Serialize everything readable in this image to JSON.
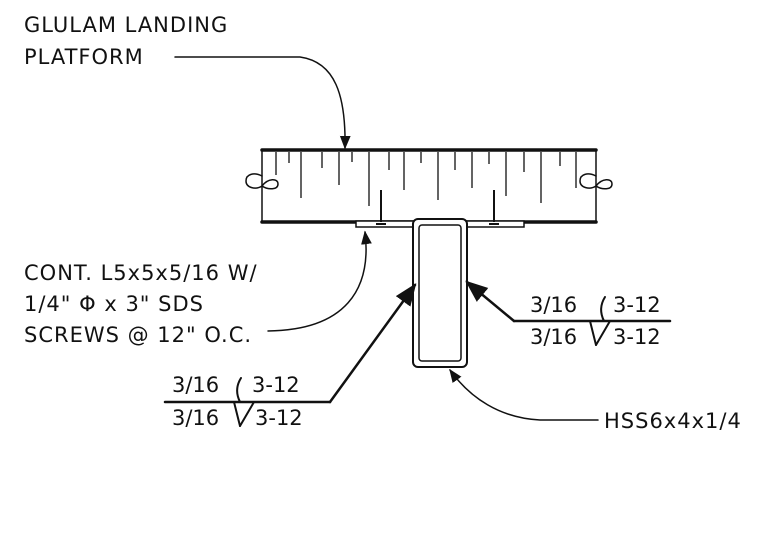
{
  "labels": {
    "glulam": [
      "GLULAM LANDING",
      "PLATFORM"
    ],
    "angle": [
      "CONT. L5x5x5/16 W/",
      "1/4\" Φ x 3\" SDS",
      "SCREWS @ 12\" O.C."
    ],
    "hss": "HSS6x4x1/4"
  },
  "welds": {
    "left": {
      "top_size": "3/16",
      "top_len": "3-12",
      "bottom_size": "3/16",
      "bottom_len": "3-12"
    },
    "right": {
      "top_size": "3/16",
      "top_len": "3-12",
      "bottom_size": "3/16",
      "bottom_len": "3-12"
    }
  }
}
